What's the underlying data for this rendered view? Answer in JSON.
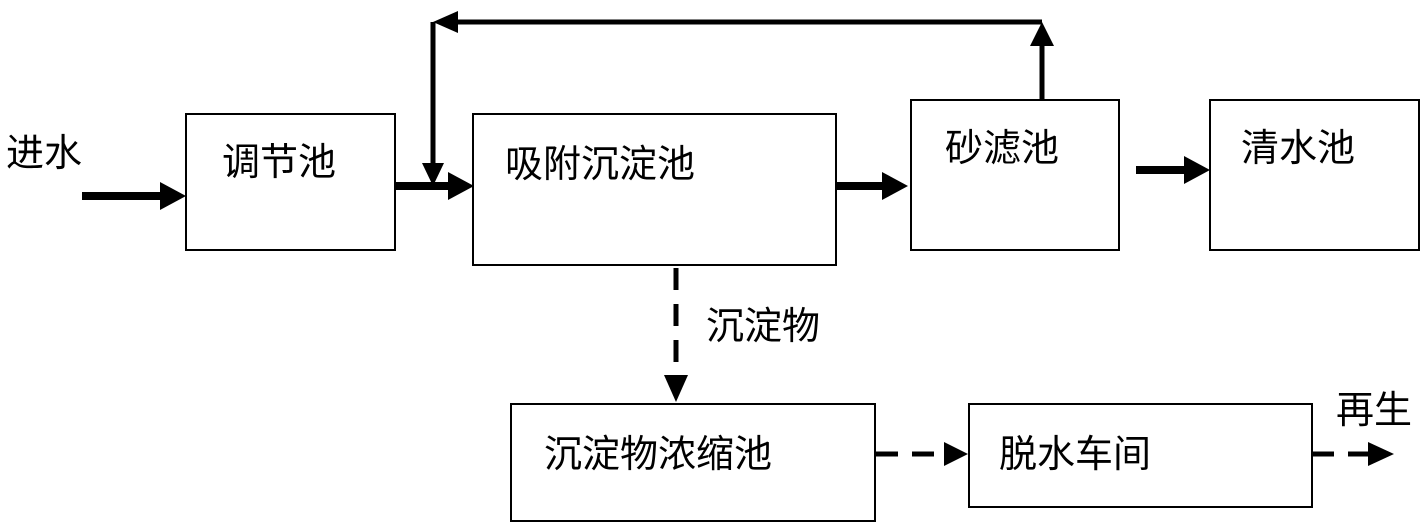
{
  "diagram": {
    "labels": {
      "inflow": "进水",
      "sediment": "沉淀物",
      "regenerate": "再生"
    },
    "boxes": {
      "regulating_tank": "调节池",
      "adsorption_settling_tank": "吸附沉淀池",
      "sand_filter": "砂滤池",
      "clear_water_tank": "清水池",
      "sediment_thickening_tank": "沉淀物浓缩池",
      "dewatering_workshop": "脱水车间"
    },
    "arrow_styles": {
      "main_flow": "solid",
      "sludge_flow": "dashed"
    }
  }
}
